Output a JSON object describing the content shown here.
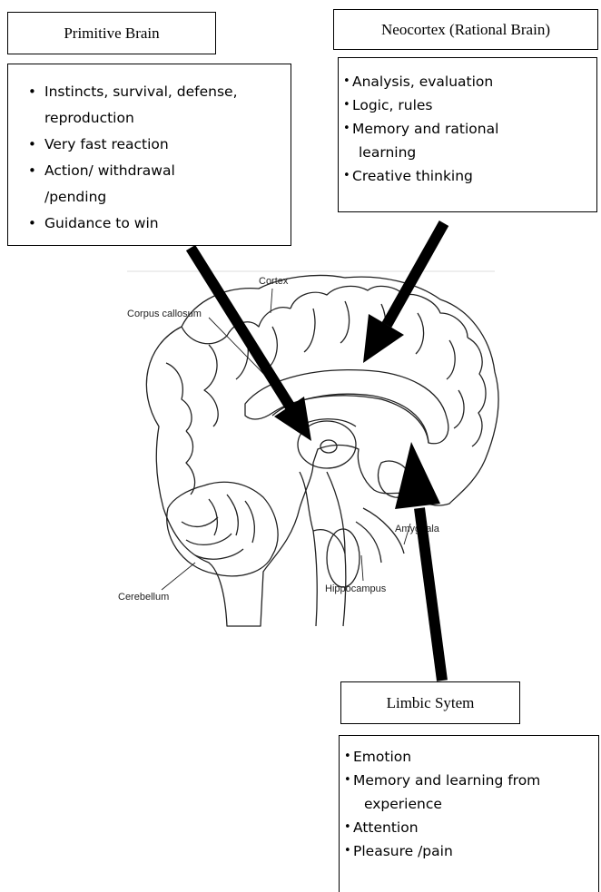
{
  "primitive": {
    "title": "Primitive Brain",
    "items": [
      {
        "text": "Instincts, survival, defense,",
        "cont": "reproduction"
      },
      {
        "text": "Very fast reaction"
      },
      {
        "text": "Action/ withdrawal",
        "cont": "/pending"
      },
      {
        "text": "Guidance to win"
      }
    ]
  },
  "neocortex": {
    "title": "Neocortex (Rational Brain)",
    "items": [
      {
        "text": "Analysis, evaluation"
      },
      {
        "text": "Logic, rules"
      },
      {
        "text": "Memory and rational",
        "cont": "learning"
      },
      {
        "text": "Creative thinking"
      }
    ]
  },
  "limbic": {
    "title": "Limbic Sytem",
    "items": [
      {
        "text": "Emotion"
      },
      {
        "text": "Memory and learning from",
        "cont": "experience"
      },
      {
        "text": "Attention"
      },
      {
        "text": "Pleasure /pain"
      }
    ]
  },
  "brain_labels": {
    "cortex": "Cortex",
    "corpus": "Corpus callosum",
    "amygdala": "Amygdala",
    "hippocampus": "Hippocampus",
    "cerebellum": "Cerebellum"
  }
}
